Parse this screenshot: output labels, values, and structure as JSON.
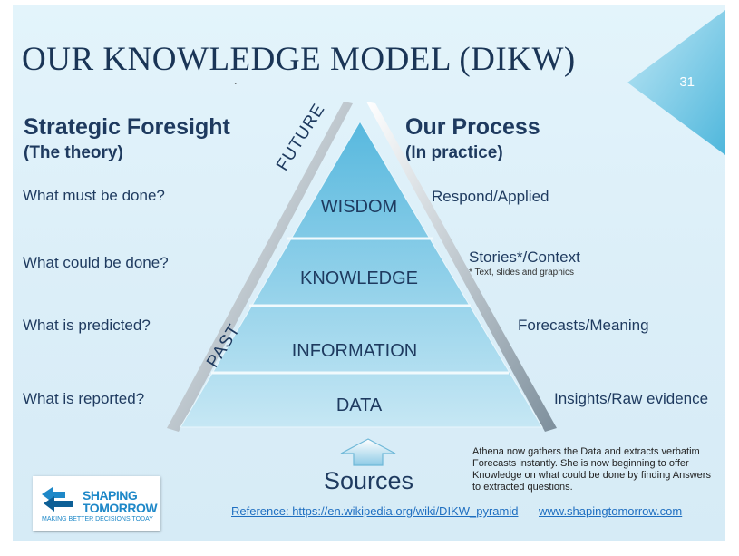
{
  "title": "OUR KNOWLEDGE MODEL (DIKW)",
  "stray_mark": "`",
  "slide_number": "31",
  "left": {
    "heading": "Strategic Foresight",
    "subheading": "(The theory)",
    "items": [
      "What must be done?",
      "What could be done?",
      "What is predicted?",
      "What is reported?"
    ]
  },
  "right": {
    "heading": "Our Process",
    "subheading": "(In practice)",
    "items": [
      "Respond/Applied",
      "Stories*/Context",
      "Forecasts/Meaning",
      "Insights/Raw evidence"
    ],
    "footnote": "* Text, slides and graphics"
  },
  "pyramid": {
    "layers": [
      "WISDOM",
      "KNOWLEDGE",
      "INFORMATION",
      "DATA"
    ],
    "future_label": "FUTURE",
    "past_label": "PAST",
    "colors": {
      "top": "#5bbce0",
      "bottom": "#bfe3f2"
    }
  },
  "sources_label": "Sources",
  "athena_text": "Athena now gathers the Data and extracts verbatim Forecasts instantly. She is now beginning to offer Knowledge on what could be done by finding Answers to extracted questions.",
  "reference_link": "Reference: https://en.wikipedia.org/wiki/DIKW_pyramid",
  "site_link": "www.shapingtomorrow.com",
  "logo": {
    "line1": "SHAPING",
    "line2": "TOMORROW",
    "tagline": "MAKING BETTER DECISIONS TODAY"
  }
}
